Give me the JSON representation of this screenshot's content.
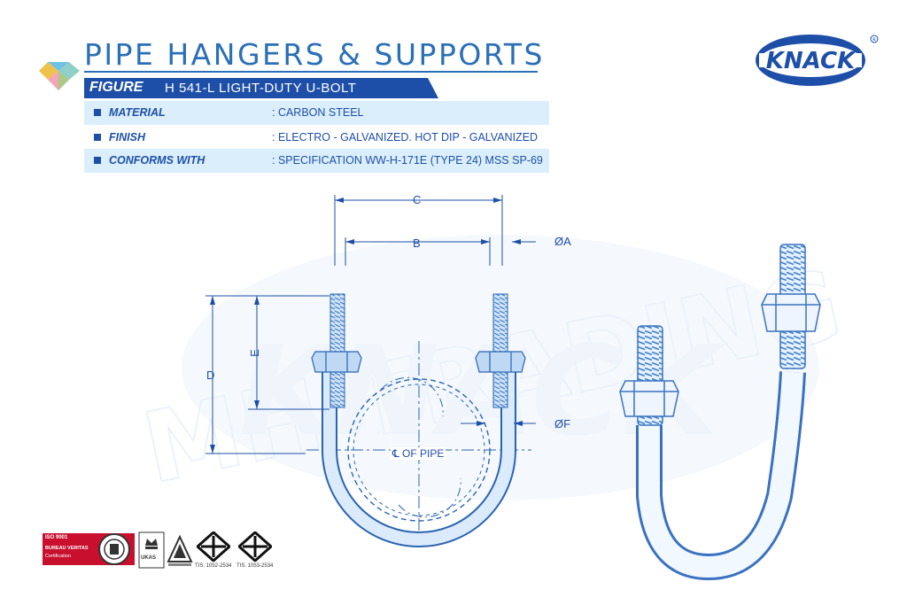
{
  "header": {
    "title": "PIPE HANGERS & SUPPORTS",
    "figure_label": "FIGURE",
    "figure_value": "H 541-L  LIGHT-DUTY U-BOLT"
  },
  "specs": [
    {
      "label": "MATERIAL",
      "value": ": CARBON STEEL"
    },
    {
      "label": "FINISH",
      "value": ": ELECTRO - GALVANIZED. HOT DIP - GALVANIZED"
    },
    {
      "label": "CONFORMS WITH",
      "value": ": SPECIFICATION WW-H-171E (TYPE 24) MSS SP-69"
    }
  ],
  "logo": {
    "text": "KNACK"
  },
  "watermark": {
    "line1": "MH TRADING",
    "line2": "KNACK"
  },
  "dimensions": {
    "c": "C",
    "b": "B",
    "a": "ØA",
    "d": "D",
    "e": "E",
    "f": "ØF",
    "pipe": "℄ OF  PIPE"
  },
  "certifications": {
    "iso": "ISO 9001",
    "bureau": "BUREAU VERITAS",
    "certification": "Certification",
    "ukas": "UKAS",
    "tis1": "TIS. 1052-2534",
    "tis2": "TIS. 1053-2534"
  },
  "colors": {
    "brand_blue": "#1e4fa8",
    "title_blue": "#2a6fb8",
    "row_shade": "#dbeefb",
    "bolt_blue": "#4a86d0"
  }
}
